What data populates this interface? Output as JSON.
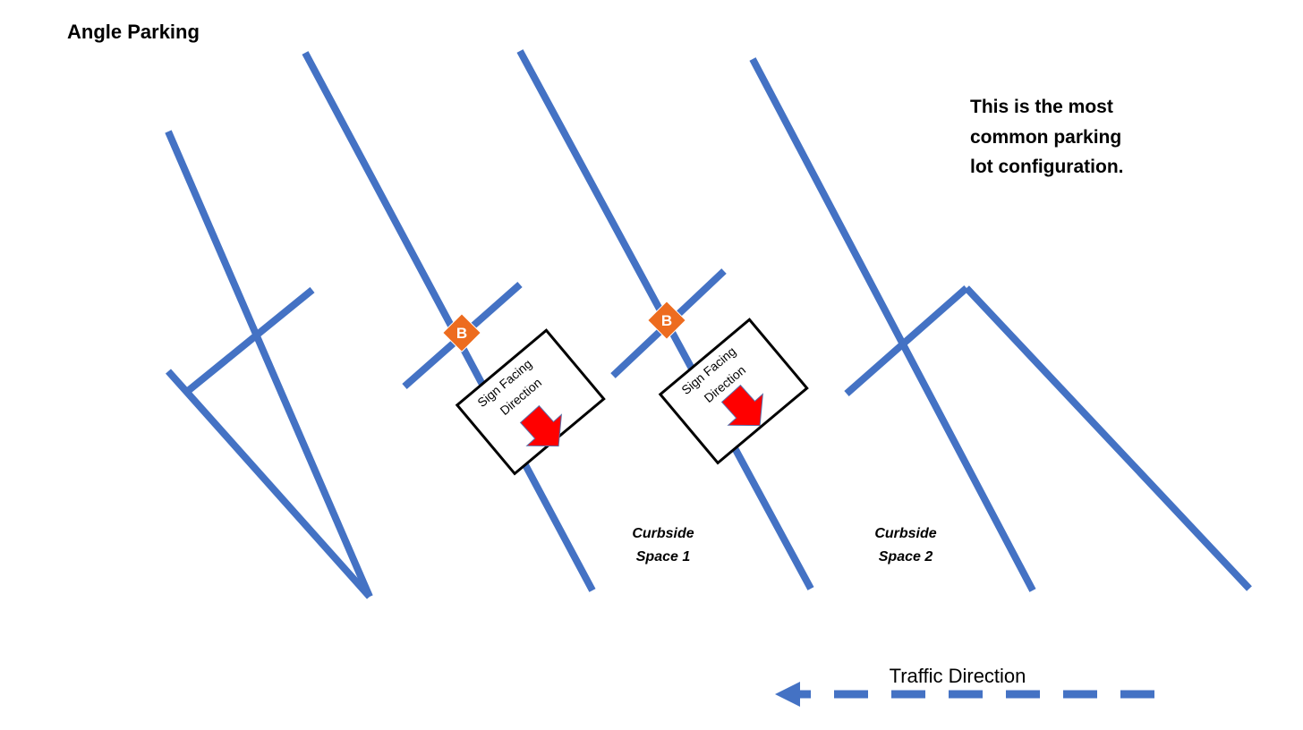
{
  "title": "Angle Parking",
  "note": {
    "lines": [
      "This is the most",
      "common parking",
      "lot configuration."
    ]
  },
  "signs": [
    {
      "badge": "B",
      "text_lines": [
        "Sign Facing",
        "Direction"
      ]
    },
    {
      "badge": "B",
      "text_lines": [
        "Sign Facing",
        "Direction"
      ]
    }
  ],
  "curbside_spaces": [
    {
      "line1": "Curbside",
      "line2": "Space 1"
    },
    {
      "line1": "Curbside",
      "line2": "Space 2"
    }
  ],
  "traffic": {
    "label": "Traffic Direction"
  },
  "colors": {
    "stall_line": "#4472c4",
    "badge": "#ed6c1f",
    "arrow": "#ff0000",
    "arrow_outline": "#5b6fa8",
    "sign_border": "#000000",
    "text": "#000000"
  },
  "icons": {
    "badge": "b-badge-icon",
    "sign_arrow": "arrow-down-right-icon",
    "traffic_arrow": "arrow-left-dashed-icon"
  }
}
